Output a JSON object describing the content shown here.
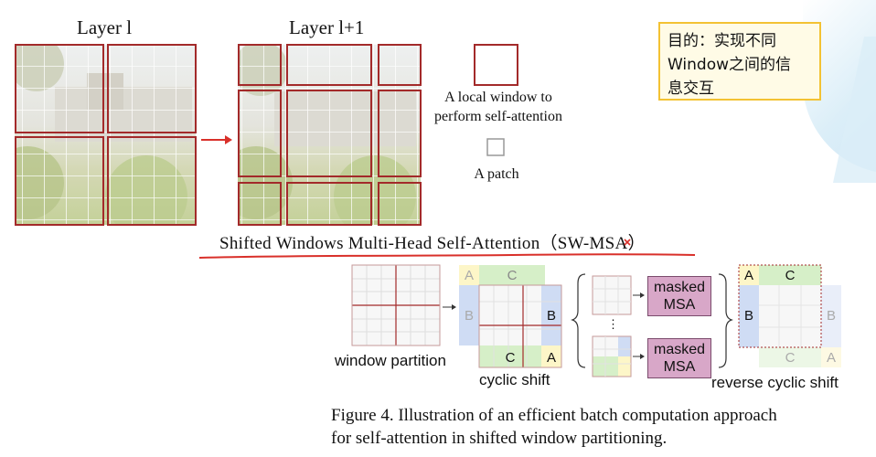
{
  "layer_left_title": "Layer l",
  "layer_right_title": "Layer l+1",
  "legend": {
    "window_line1": "A local window to",
    "window_line2": "perform self-attention",
    "patch": "A patch"
  },
  "note": {
    "line1": "目的：实现不同",
    "line2": "Window之间的信",
    "line3": "息交互"
  },
  "title": "Shifted Windows Multi-Head Self-Attention（SW-MSA）",
  "diagram": {
    "window_partition": "window partition",
    "cyclic_shift": "cyclic shift",
    "reverse_cyclic_shift": "reverse cyclic shift",
    "masked_line1": "masked",
    "masked_line2": "MSA",
    "vdots": "⋮",
    "region_a": "A",
    "region_b": "B",
    "region_c": "C"
  },
  "caption": {
    "line1": "Figure 4. Illustration of an efficient batch computation approach",
    "line2": "for self-attention in shifted window partitioning."
  },
  "colors": {
    "window_border": "#a32a2a",
    "grid": "#c7c7c7",
    "annotation_red": "#d9302a",
    "masked_fill": "#d8a7c8",
    "region_a": "#fdf6c8",
    "region_b": "#cfdcf4",
    "region_c": "#d6efc8",
    "note_border": "#f3c233"
  }
}
